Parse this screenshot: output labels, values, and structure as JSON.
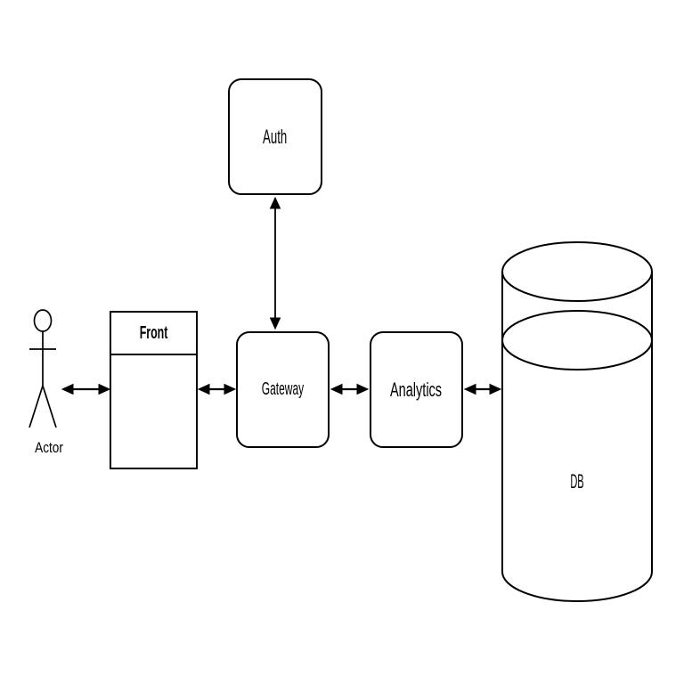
{
  "diagram": {
    "title": "system-architecture-diagram",
    "theme": {
      "background": "#ffffff",
      "stroke": "#000000",
      "node_fill": "#ffffff",
      "text": "#000000"
    },
    "nodes": {
      "actor": {
        "label": "Actor",
        "shape": "actor-stick-figure"
      },
      "front": {
        "label": "Front",
        "shape": "uml-frame-rectangle"
      },
      "auth": {
        "label": "Auth",
        "shape": "rounded-rectangle"
      },
      "gateway": {
        "label": "Gateway",
        "shape": "rounded-rectangle"
      },
      "analytics": {
        "label": "Analytics",
        "shape": "rounded-rectangle"
      },
      "db": {
        "label": "DB",
        "shape": "cylinder"
      }
    },
    "edges": [
      {
        "from": "Actor",
        "to": "Front",
        "style": "double-headed-arrow",
        "orientation": "horizontal"
      },
      {
        "from": "Front",
        "to": "Gateway",
        "style": "double-headed-arrow",
        "orientation": "horizontal"
      },
      {
        "from": "Auth",
        "to": "Gateway",
        "style": "double-headed-arrow",
        "orientation": "vertical"
      },
      {
        "from": "Gateway",
        "to": "Analytics",
        "style": "double-headed-arrow",
        "orientation": "horizontal"
      },
      {
        "from": "Analytics",
        "to": "DB",
        "style": "double-headed-arrow",
        "orientation": "horizontal"
      }
    ]
  }
}
